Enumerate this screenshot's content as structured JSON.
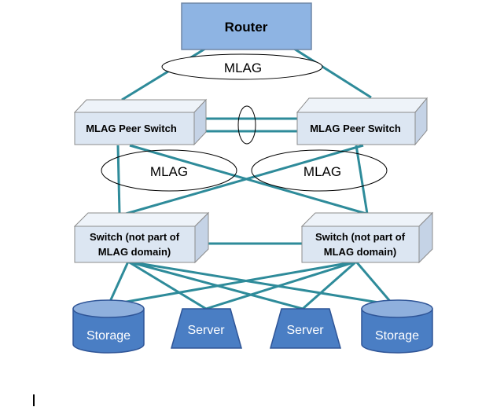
{
  "router": {
    "label": "Router"
  },
  "mlag_top": {
    "label": "MLAG"
  },
  "peer_left": {
    "label": "MLAG Peer Switch"
  },
  "peer_right": {
    "label": "MLAG Peer Switch"
  },
  "mlag_left": {
    "label": "MLAG"
  },
  "mlag_right": {
    "label": "MLAG"
  },
  "switch_left": {
    "line1": "Switch (not part of",
    "line2": "MLAG domain)"
  },
  "switch_right": {
    "line1": "Switch (not part of",
    "line2": "MLAG domain)"
  },
  "storage_left": {
    "label": "Storage"
  },
  "server_left": {
    "label": "Server"
  },
  "server_right": {
    "label": "Server"
  },
  "storage_right": {
    "label": "Storage"
  },
  "colors": {
    "link": "#2E8B9A",
    "router_fill": "#8EB4E3",
    "switch_front": "#DCE6F2",
    "switch_top": "#EEF3F9",
    "switch_side": "#C5D3E6",
    "device_fill": "#4A7EC4",
    "device_top": "#8FB0DD"
  }
}
